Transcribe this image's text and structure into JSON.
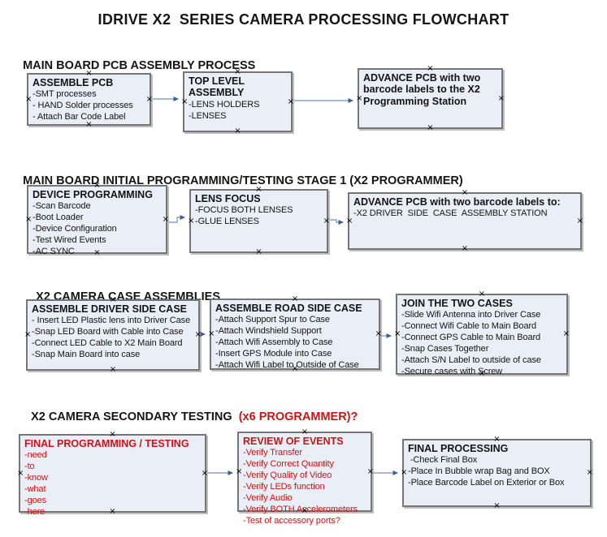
{
  "title": "IDRIVE X2  SERIES CAMERA PROCESSING FLOWCHART",
  "colors": {
    "box_fill": "#e9eef7",
    "box_border": "#767676",
    "red": "#cc1414",
    "arrow_line": "#8aa3c6",
    "arrow_head": "#3a5f9e"
  },
  "sections": [
    {
      "header": "MAIN BOARD PCB ASSEMBLY PROCESS",
      "header_accent": "",
      "boxes": [
        {
          "title": "ASSEMBLE PCB",
          "items": [
            "-SMT processes",
            "- HAND Solder processes",
            "- Attach Bar Code Label"
          ],
          "color": "black"
        },
        {
          "title": "TOP LEVEL ASSEMBLY",
          "items": [
            "-LENS HOLDERS",
            "-LENSES"
          ],
          "color": "black"
        },
        {
          "title": "ADVANCE PCB with two barcode labels to the X2 Programming Station",
          "items": [],
          "color": "black"
        }
      ]
    },
    {
      "header": "MAIN BOARD INITIAL PROGRAMMING/TESTING STAGE 1 (X2 PROGRAMMER)",
      "header_accent": "",
      "boxes": [
        {
          "title": "DEVICE PROGRAMMING",
          "items": [
            "-Scan Barcode",
            "-Boot Loader",
            "-Device Configuration",
            "-Test Wired Events",
            "-AC SYNC"
          ],
          "color": "black"
        },
        {
          "title": "LENS FOCUS",
          "items": [
            "-FOCUS BOTH LENSES",
            "-GLUE LENSES"
          ],
          "color": "black"
        },
        {
          "title": "ADVANCE PCB with two barcode labels to:",
          "items": [
            "-X2 DRIVER  SIDE  CASE  ASSEMBLY STATION"
          ],
          "color": "black"
        }
      ]
    },
    {
      "header": "X2 CAMERA CASE ASSEMBLIES",
      "header_accent": "",
      "boxes": [
        {
          "title": "ASSEMBLE DRIVER SIDE CASE",
          "items": [
            "- Insert LED Plastic lens into Driver Case",
            "-Snap LED Board with Cable into Case",
            "-Connect LED Cable to X2 Main Board",
            "-Snap Main Board into case"
          ],
          "color": "black"
        },
        {
          "title": "ASSEMBLE ROAD SIDE CASE",
          "items": [
            "-Attach Support Spur to Case",
            "-Attach Windshield Support",
            "-Attach Wifi Assembly to Case",
            "-Insert GPS Module into Case",
            "-Attach Wifi Label to Outside of Case"
          ],
          "color": "black"
        },
        {
          "title": "JOIN THE TWO CASES",
          "items": [
            "-Slide Wifi Antenna into Driver Case",
            "-Connect Wifi Cable to Main Board",
            "-Connect GPS Cable to Main Board",
            "-Snap Cases Together",
            "-Attach S/N Label to outside of case",
            "-Secure cases with Screw"
          ],
          "color": "black"
        }
      ]
    },
    {
      "header": "X2 CAMERA SECONDARY TESTING ",
      "header_accent": " (x6 PROGRAMMER)?",
      "boxes": [
        {
          "title": "FINAL PROGRAMMING / TESTING",
          "items": [
            "-need",
            "-to",
            "-know",
            "-what",
            "-goes",
            "-here"
          ],
          "color": "red"
        },
        {
          "title": "REVIEW OF EVENTS",
          "items": [
            "-Verify Transfer",
            "-Verify Correct Quantity",
            "-Verify Quality of Video",
            "-Verify LEDs function",
            "-Verify Audio",
            "-Verify BOTH Accelerometers",
            "-Test of accessory ports?"
          ],
          "color": "red"
        },
        {
          "title": "FINAL PROCESSING",
          "items": [
            " -Check Final Box",
            "-Place In Bubble wrap Bag and BOX",
            "-Place Barcode Label on Exterior or Box"
          ],
          "color": "black"
        }
      ]
    }
  ]
}
